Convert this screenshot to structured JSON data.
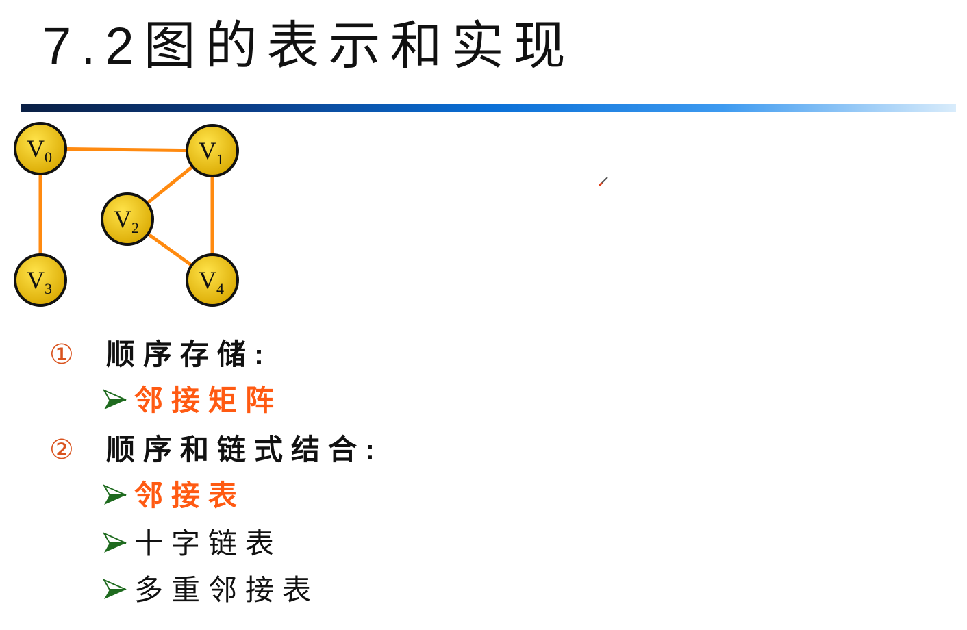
{
  "slide": {
    "title": "7.2图的表示和实现",
    "accent_color": "#ff5a12",
    "graph": {
      "nodes": [
        {
          "id": "V0",
          "letter": "V",
          "sub": "0"
        },
        {
          "id": "V1",
          "letter": "V",
          "sub": "1"
        },
        {
          "id": "V2",
          "letter": "V",
          "sub": "2"
        },
        {
          "id": "V3",
          "letter": "V",
          "sub": "3"
        },
        {
          "id": "V4",
          "letter": "V",
          "sub": "4"
        }
      ],
      "edges": [
        [
          "V0",
          "V1"
        ],
        [
          "V0",
          "V3"
        ],
        [
          "V1",
          "V2"
        ],
        [
          "V1",
          "V4"
        ],
        [
          "V2",
          "V4"
        ]
      ]
    },
    "sections": [
      {
        "marker": "①",
        "label": "顺序存储:",
        "items": [
          {
            "text": "邻接矩阵",
            "highlight": true
          }
        ]
      },
      {
        "marker": "②",
        "label": "顺序和链式结合:",
        "items": [
          {
            "text": "邻接表",
            "highlight": true
          },
          {
            "text": "十字链表",
            "highlight": false
          },
          {
            "text": "多重邻接表",
            "highlight": false
          }
        ]
      }
    ]
  }
}
